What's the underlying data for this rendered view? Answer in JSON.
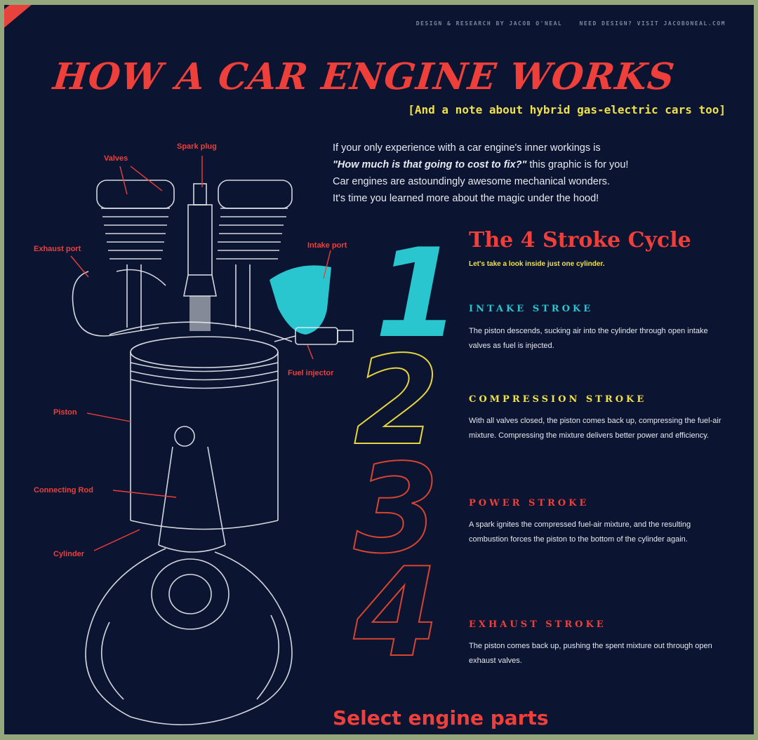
{
  "credits": {
    "design": "DESIGN & RESEARCH BY JACOB O'NEAL",
    "visit": "NEED DESIGN? VISIT JACOBONEAL.COM"
  },
  "title": "HOW A CAR ENGINE WORKS",
  "subtitle": "[And a note about hybrid gas-electric cars too]",
  "intro": {
    "line1": "If your only experience with a car engine's inner workings is",
    "quote": "\"How much is that going to cost to fix?\"",
    "line2_rest": " this graphic is for you!",
    "line3": "Car engines are astoundingly awesome mechanical wonders.",
    "line4": "It's time you learned more about the magic under the hood!"
  },
  "cycle": {
    "title": "The 4 Stroke Cycle",
    "subtitle": "Let's take a look inside just one cylinder."
  },
  "strokes": [
    {
      "number": "1",
      "name": "INTAKE STROKE",
      "text": "The piston descends, sucking air into the cylinder through open intake valves as fuel is injected."
    },
    {
      "number": "2",
      "name": "COMPRESSION STROKE",
      "text": "With all valves closed, the piston comes back up, compressing the fuel-air mixture. Compressing the mixture delivers better power and efficiency."
    },
    {
      "number": "3",
      "name": "POWER STROKE",
      "text": "A spark ignites the compressed fuel-air mixture, and the resulting combustion forces the piston to the bottom of the cylinder again."
    },
    {
      "number": "4",
      "name": "EXHAUST STROKE",
      "text": "The piston comes back up, pushing the spent mixture out through open exhaust valves."
    }
  ],
  "labels": {
    "spark_plug": "Spark plug",
    "valves": "Valves",
    "exhaust_port": "Exhaust port",
    "intake_port": "Intake port",
    "fuel_injector": "Fuel injector",
    "piston": "Piston",
    "connecting_rod": "Connecting Rod",
    "cylinder": "Cylinder"
  },
  "select_title": "Select engine parts",
  "colors": {
    "background": "#0b1430",
    "red": "#ee3f3a",
    "yellow": "#f0e14a",
    "cyan": "#2ac6cf",
    "text": "#e6e9ef",
    "frame": "#94a77c"
  }
}
